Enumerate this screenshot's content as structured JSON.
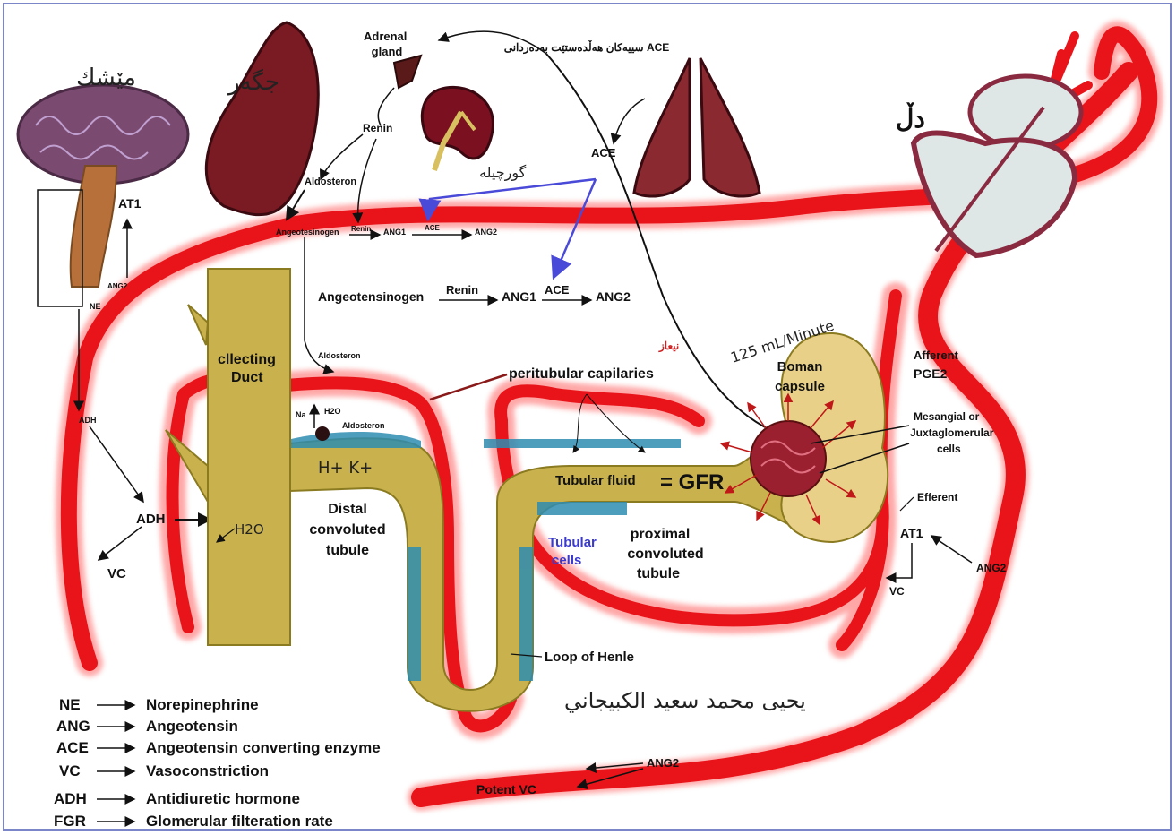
{
  "colors": {
    "vessel": "#e8141a",
    "tubule": "#d8c060",
    "tubule_cells": "#2e8cb0",
    "organ_dark": "#7a1a22",
    "brain": "#7a4a70",
    "kidney": "#7a1020",
    "heart_fill": "#dfe6e6",
    "blue_arrow": "#4a4ad8",
    "tubular_cells_label": "#3a3ad0",
    "niaz_label": "#d02020"
  },
  "organs": {
    "brain_label": "مێشك",
    "liver_label": "جگەر",
    "heart_label": "دڵ",
    "kidney_label": "گورچیلە",
    "adrenal_label": "Adrenal gland",
    "lungs_note": "سییەکان هەڵدەستێت بەدەردانی ACE"
  },
  "raas_top": {
    "renin": "Renin",
    "aldosteron": "Aldosteron",
    "ace": "ACE",
    "angeotesinogen": "Angeotesinogen",
    "renin_small": "Renin",
    "ang1": "ANG1",
    "ace_small": "ACE",
    "ang2": "ANG2"
  },
  "raas_middle": {
    "angeotensinogen": "Angeotensinogen",
    "renin": "Renin",
    "ang1": "ANG1",
    "ace": "ACE",
    "ang2": "ANG2"
  },
  "left_labels": {
    "at1": "AT1",
    "ang2": "ANG2",
    "ne": "NE",
    "adh_small": "ADH",
    "adh": "ADH",
    "vc": "VC",
    "h2o": "H2O"
  },
  "nephron": {
    "collecting_duct": "cllecting Duct",
    "aldosteron": "Aldosteron",
    "na": "Na",
    "h2o": "H2O",
    "aldosteron_small": "Aldosteron",
    "h_k": "H+ K+",
    "distal": "Distal convoluted tubule",
    "peritubular": "peritubular capilaries",
    "tubular_fluid": "Tubular fluid",
    "gfr": "= GFR",
    "tubular_cells": "Tubular cells",
    "proximal": "proximal convoluted tubule",
    "loop": "Loop of Henle",
    "boman": "Boman capsule",
    "rate": "125 mL/Minute",
    "niaz": "نیعاز",
    "afferent": "Afferent",
    "pge2": "PGE2",
    "mesangial": "Mesangial or Juxtaglomerular cells",
    "efferent": "Efferent",
    "at1": "AT1",
    "vc": "VC",
    "ang2": "ANG2"
  },
  "bottom": {
    "ang2": "ANG2",
    "potent_vc": "Potent VC",
    "signature": "يحيى محمد سعيد الكبيجاني"
  },
  "legend": [
    {
      "abbr": "NE",
      "full": "Norepinephrine"
    },
    {
      "abbr": "ANG",
      "full": "Angeotensin"
    },
    {
      "abbr": "ACE",
      "full": "Angeotensin converting enzyme"
    },
    {
      "abbr": "VC",
      "full": "Vasoconstriction"
    },
    {
      "abbr": "ADH",
      "full": "Antidiuretic hormone"
    },
    {
      "abbr": "FGR",
      "full": "Glomerular filteration rate"
    }
  ]
}
